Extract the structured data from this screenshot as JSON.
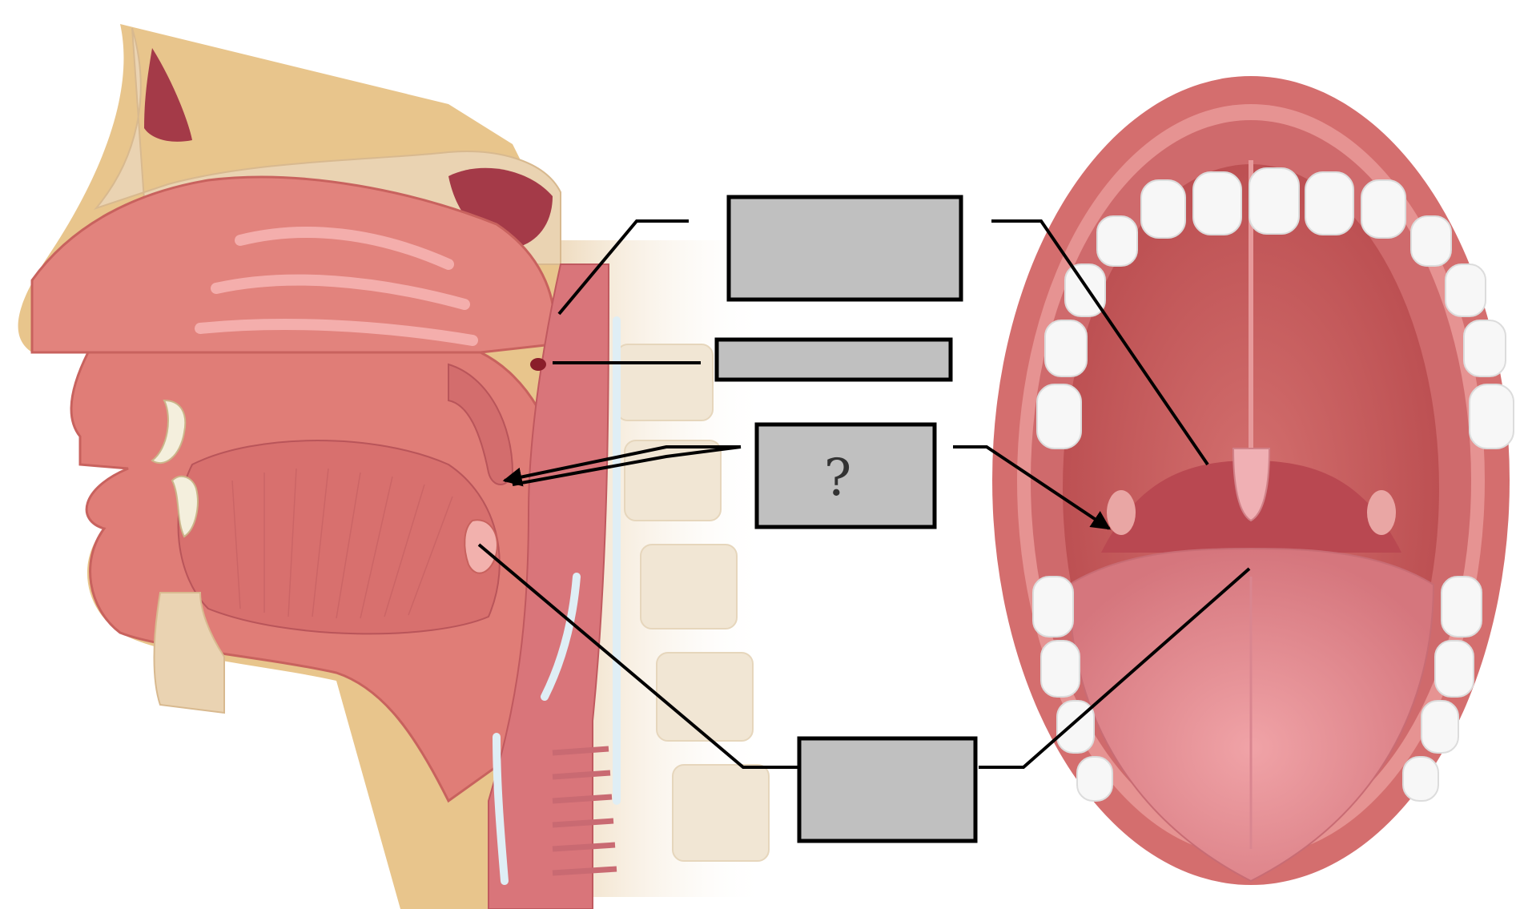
{
  "figure": {
    "left_panel": "sagittal-section-head-and-throat",
    "right_panel": "open-mouth-front-view"
  },
  "label_boxes": [
    {
      "id": "box-1",
      "text": ""
    },
    {
      "id": "box-2",
      "text": ""
    },
    {
      "id": "box-3",
      "text": "?"
    },
    {
      "id": "box-4",
      "text": ""
    }
  ],
  "colors": {
    "box_fill": "#c0c0c0",
    "box_stroke": "#000000",
    "tissue": "#e2837d",
    "tissue_dark": "#c8625e",
    "bone": "#ead3b2",
    "skin_fat": "#e4c07e",
    "teeth": "#f7f7f7"
  }
}
